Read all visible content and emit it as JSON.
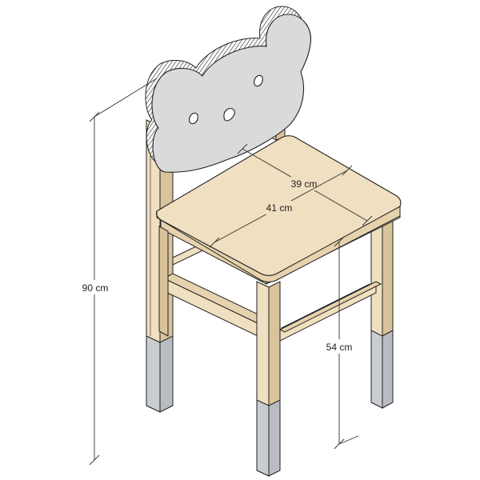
{
  "dimensions": {
    "total_height": "90 cm",
    "seat_height": "54 cm",
    "seat_width": "41 cm",
    "seat_depth": "39 cm"
  },
  "colors": {
    "wood": "#f0dfc0",
    "wood_dark": "#d9c39b",
    "backrest": "#d9dadc",
    "feet": "#c9ccd1",
    "outline": "#222222",
    "dimension_line": "#333333"
  },
  "icons": {
    "backrest_shape": "bear-head"
  }
}
